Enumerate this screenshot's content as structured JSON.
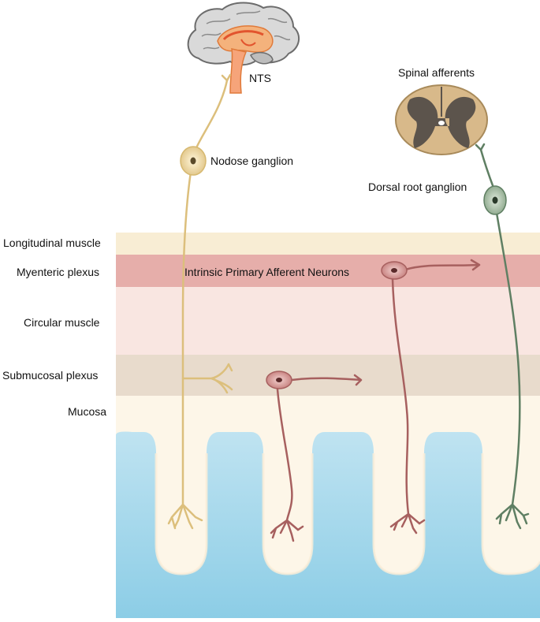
{
  "labels": {
    "nts": "NTS",
    "nodose_ganglion": "Nodose ganglion",
    "spinal_afferents": "Spinal afferents",
    "dorsal_root_ganglion": "Dorsal root ganglion",
    "ipan": "Intrinsic Primary Afferent Neurons"
  },
  "layers": [
    {
      "id": "longitudinal",
      "label": "Longitudinal muscle",
      "color": "#f8edd4"
    },
    {
      "id": "myenteric",
      "label": "Myenteric plexus",
      "color": "#e6aeaa"
    },
    {
      "id": "circular",
      "label": "Circular muscle",
      "color": "#f8e3de"
    },
    {
      "id": "submucosal",
      "label": "Submucosal plexus",
      "color": "#e8dbcc"
    },
    {
      "id": "mucosa",
      "label": "Mucosa",
      "color": "#fdf6e8"
    }
  ],
  "colors": {
    "vagal_afferent": "#e0c27e",
    "ipan": "#a7605f",
    "spinal_afferent": "#5f7f63",
    "lumen": "#a4d8ea",
    "brain_outline": "#6c6c6c",
    "spinal_cord": "#d8b98a"
  }
}
